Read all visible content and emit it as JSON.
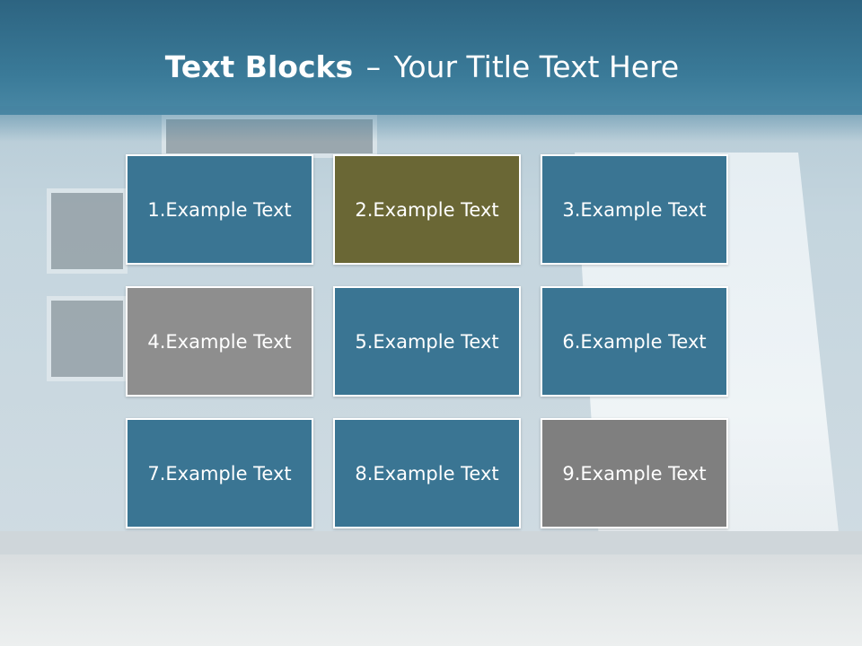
{
  "slide": {
    "title_bold": "Text Blocks",
    "title_dash": "–",
    "title_rest": "Your Title Text Here"
  },
  "blocks": [
    {
      "label": "1.Example Text",
      "color": "#3a7593"
    },
    {
      "label": "2.Example Text",
      "color": "#6a6735"
    },
    {
      "label": "3.Example Text",
      "color": "#3a7593"
    },
    {
      "label": "4.Example Text",
      "color": "#8e8e8e"
    },
    {
      "label": "5.Example Text",
      "color": "#3a7593"
    },
    {
      "label": "6.Example Text",
      "color": "#3a7593"
    },
    {
      "label": "7.Example Text",
      "color": "#3a7593"
    },
    {
      "label": "8.Example Text",
      "color": "#3a7593"
    },
    {
      "label": "9.Example Text",
      "color": "#7f7f7f"
    }
  ]
}
